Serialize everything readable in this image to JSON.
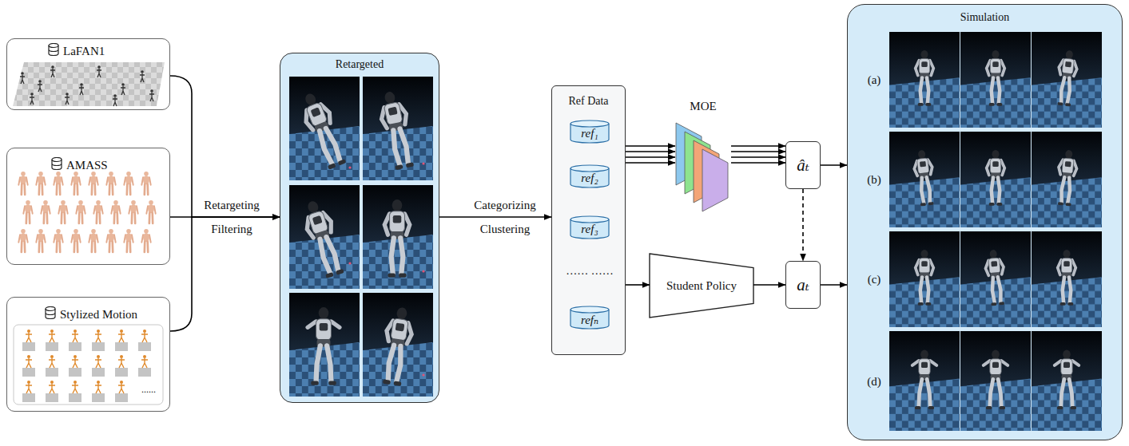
{
  "diagram": {
    "nodes": [
      {
        "text": [
          "LaFAN1"
        ]
      },
      {
        "text": [
          "AMASS"
        ]
      },
      {
        "text": [
          "Stylized Motion"
        ]
      },
      {
        "text": [
          "Retargeted"
        ]
      },
      {
        "text": [
          "Ref Data"
        ]
      },
      {
        "text": [
          "ref₁"
        ],
        "in": 4
      },
      {
        "text": [
          "ref₂"
        ],
        "in": 4
      },
      {
        "text": [
          "ref₃"
        ],
        "in": 4
      },
      {
        "text": [
          "refₙ"
        ],
        "in": 4
      },
      {
        "text": [
          "MOE"
        ]
      },
      {
        "text": [
          "âₜ"
        ]
      },
      {
        "text": [
          "Student Policy"
        ]
      },
      {
        "text": [
          "aₜ"
        ]
      },
      {
        "text": [
          "Simulation"
        ]
      }
    ],
    "edges": [
      {
        "from": 0,
        "to": 3,
        "arrow": "to"
      },
      {
        "from": 1,
        "to": 3,
        "arrow": "to",
        "label": "Retargeting Filtering"
      },
      {
        "from": 2,
        "to": 3,
        "arrow": "to"
      },
      {
        "from": 3,
        "to": 4,
        "arrow": "to",
        "label": "Categorizing Clustering"
      },
      {
        "from": 4,
        "to": 9,
        "arrow": "to"
      },
      {
        "from": 4,
        "to": 9,
        "arrow": "to"
      },
      {
        "from": 4,
        "to": 9,
        "arrow": "to"
      },
      {
        "from": 4,
        "to": 9,
        "arrow": "to"
      },
      {
        "from": 9,
        "to": 10,
        "arrow": "to"
      },
      {
        "from": 9,
        "to": 10,
        "arrow": "to"
      },
      {
        "from": 9,
        "to": 10,
        "arrow": "to"
      },
      {
        "from": 9,
        "to": 10,
        "arrow": "to"
      },
      {
        "from": 4,
        "to": 11,
        "arrow": "to"
      },
      {
        "from": 11,
        "to": 12,
        "arrow": "to"
      },
      {
        "from": 10,
        "to": 12,
        "arrow": "to"
      },
      {
        "from": 10,
        "to": 13,
        "arrow": "to"
      },
      {
        "from": 12,
        "to": 13,
        "arrow": "to"
      }
    ],
    "labels": [
      "......",
      "…… ……",
      "(a)",
      "(b)",
      "(c)",
      "(d)"
    ]
  }
}
